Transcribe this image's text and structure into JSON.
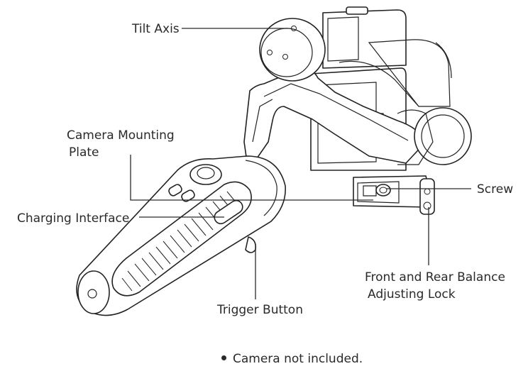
{
  "labels": {
    "tilt_axis": "Tilt Axis",
    "camera_mounting_plate_line1": "Camera Mounting",
    "camera_mounting_plate_line2": "Plate",
    "charging_interface": "Charging Interface",
    "screw": "Screw",
    "balance_lock_line1": "Front and Rear Balance",
    "balance_lock_line2": "Adjusting Lock",
    "trigger_button": "Trigger Button"
  },
  "note": "Camera not included."
}
